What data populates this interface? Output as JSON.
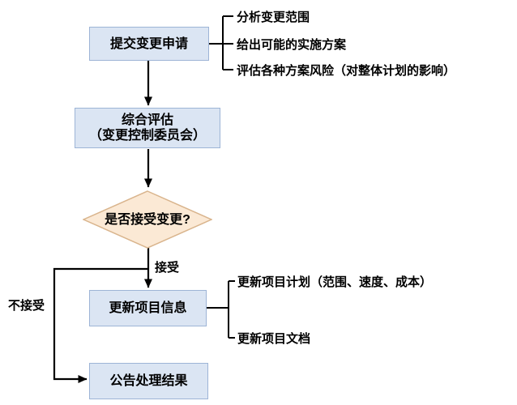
{
  "flowchart": {
    "title_hint": "change-management-process",
    "nodes": [
      {
        "id": "submit",
        "type": "process",
        "label": "提交变更申请"
      },
      {
        "id": "evaluate",
        "type": "process",
        "label": "综合评估\n（变更控制委员会）"
      },
      {
        "id": "decision",
        "type": "decision",
        "label": "是否接受变更?"
      },
      {
        "id": "update",
        "type": "process",
        "label": "更新项目信息"
      },
      {
        "id": "announce",
        "type": "process",
        "label": "公告处理结果"
      }
    ],
    "edge_labels": {
      "accept": "接受",
      "reject": "不接受"
    },
    "annotations": [
      {
        "for": "submit",
        "items": [
          "分析变更范围",
          "给出可能的实施方案",
          "评估各种方案风险（对整体计划的影响）"
        ]
      },
      {
        "for": "update",
        "items": [
          "更新项目计划（范围、速度、成本）",
          "更新项目文档"
        ]
      }
    ],
    "colors": {
      "process_fill": "#dbe5f3",
      "process_border": "#9db4d6",
      "decision_fill": "#fbe9d5",
      "decision_border": "#d9b48c",
      "line": "#000000",
      "text": "#000000",
      "background": "#ffffff"
    }
  }
}
